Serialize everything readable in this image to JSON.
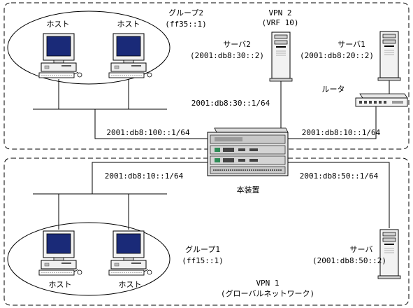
{
  "vpn2": {
    "title": "VPN 2",
    "vrf": "(VRF 10)"
  },
  "group2": {
    "name": "グループ2",
    "address": "(ff35::1)"
  },
  "group1": {
    "name": "グループ1",
    "address": "(ff15::1)"
  },
  "vpn1": {
    "title": "VPN 1",
    "subtitle": "(グローバルネットワーク)"
  },
  "hosts": {
    "label": "ホスト"
  },
  "server2": {
    "name": "サーバ2",
    "address": "(2001:db8:30::2)"
  },
  "server1": {
    "name": "サーバ1",
    "address": "(2001:db8:20::2)"
  },
  "server": {
    "name": "サーバ",
    "address": "(2001:db8:50::2)"
  },
  "router": {
    "label": "ルータ"
  },
  "device": {
    "label": "本装置"
  },
  "links": {
    "vpn2_server2": "2001:db8:30::1/64",
    "group2_lan": "2001:db8:100::1/64",
    "router_link": "2001:db8:10::1/64",
    "group1_lan": "2001:db8:10::1/64",
    "vpn1_server": "2001:db8:50::1/64"
  }
}
